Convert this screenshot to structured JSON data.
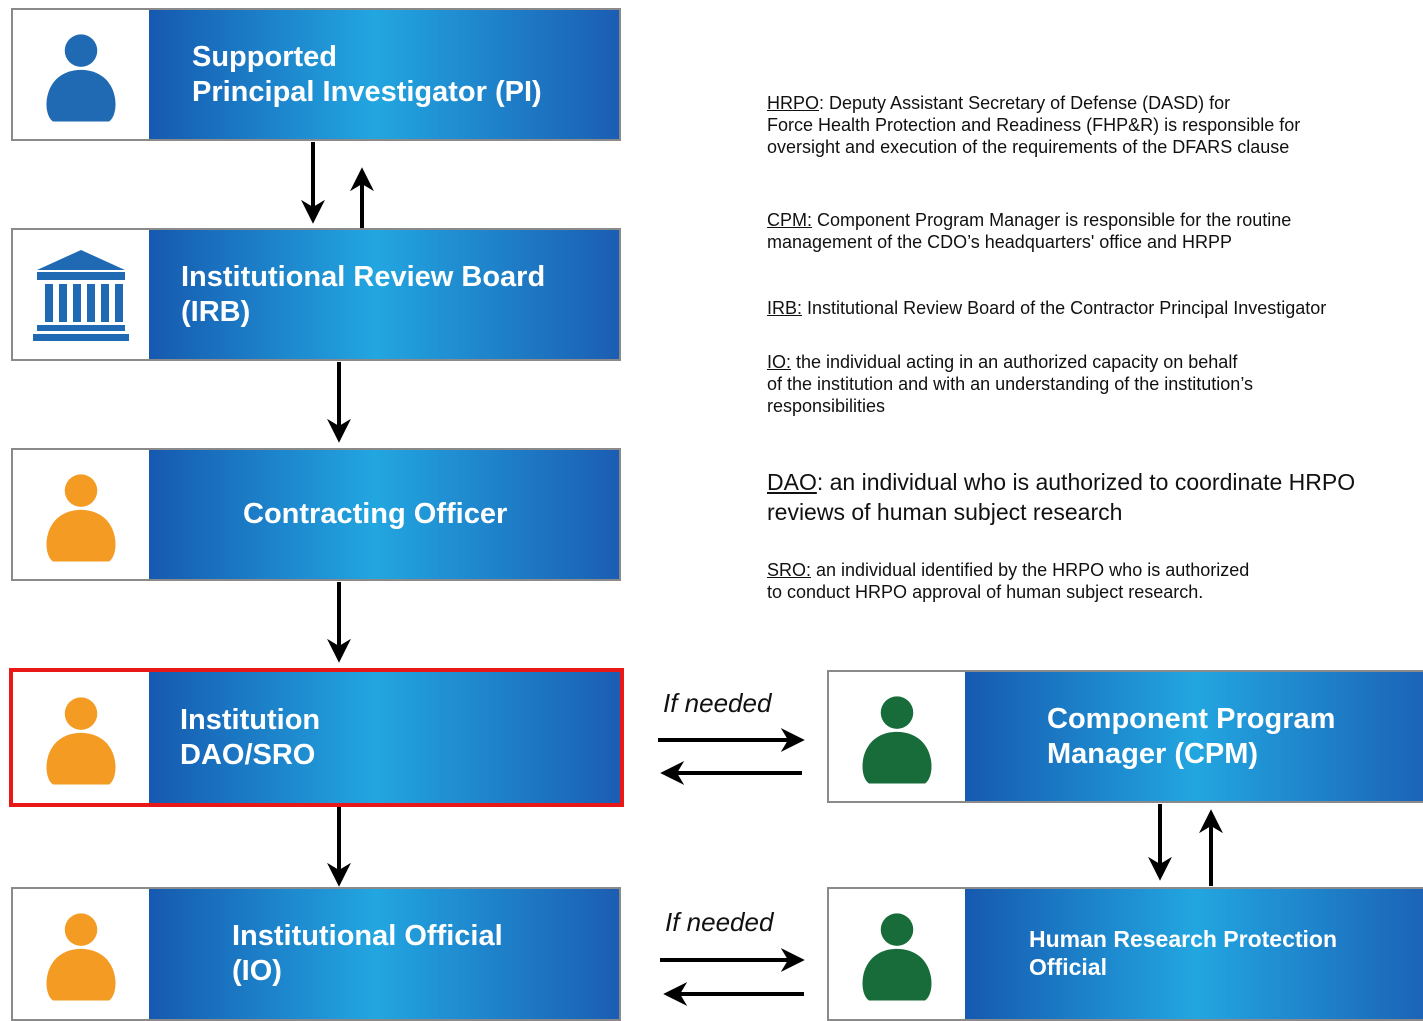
{
  "colors": {
    "blue_person": "#1f6ab3",
    "orange_person": "#f39b22",
    "green_person": "#176c3a",
    "highlight_border": "#e81818"
  },
  "boxes": {
    "pi": {
      "icon": "person-icon",
      "line1": "Supported",
      "line2": "Principal Investigator (PI)"
    },
    "irb": {
      "icon": "institution-building-icon",
      "line1": "Institutional Review Board",
      "line2": "(IRB)"
    },
    "co": {
      "icon": "person-icon",
      "line1": "Contracting Officer"
    },
    "dao": {
      "icon": "person-icon",
      "line1": "Institution",
      "line2": "DAO/SRO"
    },
    "io": {
      "icon": "person-icon",
      "line1": "Institutional Official",
      "line2": "(IO)"
    },
    "cpm": {
      "icon": "person-icon",
      "line1": "Component Program",
      "line2": "Manager (CPM)"
    },
    "hrpo": {
      "icon": "person-icon",
      "line1": "Human Research Protection",
      "line2": "Official"
    }
  },
  "if_needed": [
    "If needed",
    "If needed"
  ],
  "legend": {
    "hrpo": {
      "abbr": "HRPO",
      "lines": [
        ": Deputy Assistant Secretary of Defense (DASD) for",
        "Force Health Protection and Readiness (FHP&R) is responsible for",
        "oversight and execution of the requirements of the DFARS clause"
      ]
    },
    "cpm": {
      "abbr": "CPM:",
      "lines": [
        " Component Program Manager is responsible for the routine",
        "management of the CDO’s headquarters' office and HRPP"
      ]
    },
    "irb": {
      "abbr": "IRB:",
      "lines": [
        " Institutional Review Board of the Contractor Principal Investigator"
      ]
    },
    "io": {
      "abbr": "IO:",
      "lines": [
        " the individual acting in an authorized capacity on behalf",
        "of the institution and with an understanding of the institution’s",
        "responsibilities"
      ]
    },
    "dao": {
      "abbr": "DAO",
      "lines": [
        ": an individual who is authorized to coordinate HRPO",
        "reviews of human subject research"
      ]
    },
    "sro": {
      "abbr": "SRO:",
      "lines": [
        " an individual identified by the HRPO who is authorized",
        "to conduct HRPO approval of  human subject research."
      ]
    }
  }
}
